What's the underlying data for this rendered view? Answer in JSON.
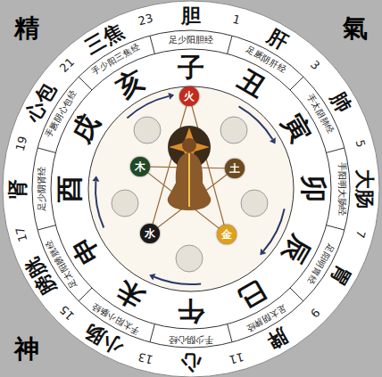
{
  "diagram": {
    "nodes": [
      {
        "text": [
          "胆"
        ]
      },
      {
        "text": [
          "肝"
        ]
      },
      {
        "text": [
          "肺"
        ]
      },
      {
        "text": [
          "大肠"
        ]
      },
      {
        "text": [
          "胃"
        ]
      },
      {
        "text": [
          "脾"
        ]
      },
      {
        "text": [
          "心"
        ]
      },
      {
        "text": [
          "小肠"
        ]
      },
      {
        "text": [
          "膀胱"
        ]
      },
      {
        "text": [
          "肾"
        ]
      },
      {
        "text": [
          "心包"
        ]
      },
      {
        "text": [
          "三焦"
        ]
      },
      {
        "text": [
          "子"
        ]
      },
      {
        "text": [
          "丑"
        ]
      },
      {
        "text": [
          "寅"
        ]
      },
      {
        "text": [
          "卯"
        ]
      },
      {
        "text": [
          "辰"
        ]
      },
      {
        "text": [
          "巳"
        ]
      },
      {
        "text": [
          "午"
        ]
      },
      {
        "text": [
          "未"
        ]
      },
      {
        "text": [
          "申"
        ]
      },
      {
        "text": [
          "酉"
        ]
      },
      {
        "text": [
          "戌"
        ]
      },
      {
        "text": [
          "亥"
        ]
      },
      {
        "text": [
          "火"
        ]
      },
      {
        "text": [
          "土"
        ]
      },
      {
        "text": [
          "金"
        ]
      },
      {
        "text": [
          "水"
        ]
      },
      {
        "text": [
          "木"
        ]
      }
    ],
    "labels": [
      "精",
      "氣",
      "神",
      "23",
      "1",
      "3",
      "5",
      "7",
      "9",
      "11",
      "13",
      "15",
      "17",
      "19",
      "21",
      "足少阳胆经",
      "足厥阴肝经",
      "手太阴肺经",
      "手阳明大肠经",
      "足阳明胃经",
      "足太阴脾经",
      "手少阴心经",
      "手太阳小肠经",
      "足太阳膀胱经",
      "足少阴肾经",
      "手厥阴心包经",
      "手少阳三焦经"
    ]
  }
}
